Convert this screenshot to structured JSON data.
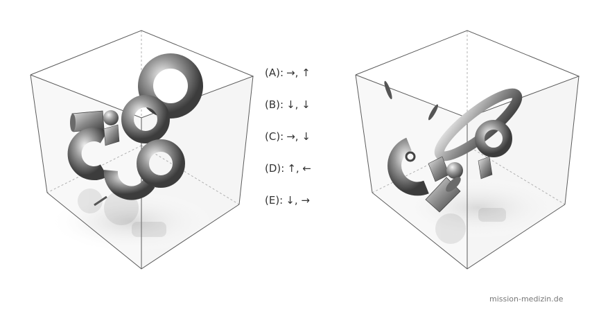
{
  "answers": [
    {
      "label": "(A):",
      "arrows": "→, ↑"
    },
    {
      "label": "(B):",
      "arrows": "↓, ↓"
    },
    {
      "label": "(C):",
      "arrows": "→, ↓"
    },
    {
      "label": "(D):",
      "arrows": "↑, ←"
    },
    {
      "label": "(E):",
      "arrows": "↓, →"
    }
  ],
  "watermark": "mission-medizin.de",
  "colors": {
    "cube_edge": "#5a5a5a",
    "cube_hidden_edge": "#b0b0b0",
    "object_metal": "#8c8c8c",
    "text": "#333333"
  }
}
